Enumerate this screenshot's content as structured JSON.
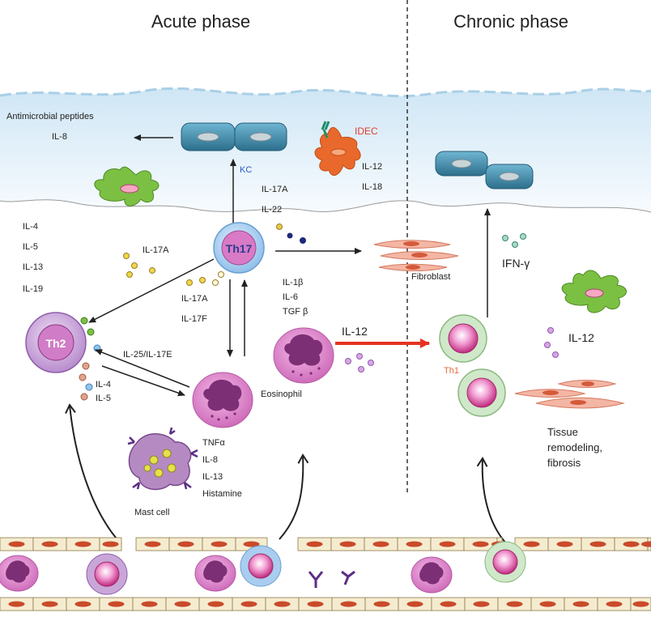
{
  "phases": {
    "acute": "Acute phase",
    "chronic": "Chronic phase"
  },
  "skin": {
    "antimicrobial": "Antimicrobial peptides",
    "il8": "IL-8",
    "kc": "KC",
    "idec": "IDEC",
    "idec_cytokines": [
      "IL-12",
      "IL-18"
    ]
  },
  "th17": {
    "label": "Th17",
    "secreted_top": [
      "IL-17A",
      "IL-22"
    ],
    "to_th2": "IL-17A",
    "to_eos": [
      "IL-17A",
      "IL-17F"
    ]
  },
  "th2": {
    "label": "Th2",
    "cytokines": [
      "IL-4",
      "IL-5",
      "IL-13",
      "IL-19"
    ],
    "feedback": "IL-25/IL-17E",
    "out": [
      "IL-4",
      "IL-5"
    ]
  },
  "eosinophil": {
    "label": "Eosinophil",
    "cytokines": [
      "IL-1β",
      "IL-6",
      "TGF β"
    ],
    "switch": "IL-12"
  },
  "fibroblast": "Fibroblast",
  "mast_cell": {
    "label": "Mast cell",
    "mediators": [
      "TNFα",
      "IL-8",
      "IL-13",
      "Histamine"
    ]
  },
  "chronic": {
    "th1": "Th1",
    "ifng": "IFN-γ",
    "il12": "IL-12",
    "outcome": [
      "Tissue",
      "remodeling,",
      "fibrosis"
    ]
  },
  "colors": {
    "phase_line": "#333333",
    "epidermis_top": "#cfe6f5",
    "keratinocyte": "#3d89a8",
    "idec": "#e8692b",
    "dc_green": "#7bc043",
    "th2_fill": "#c9a6d8",
    "th17_fill": "#a9cdef",
    "th1_fill": "#cfe8c9",
    "eos_fill": "#d887c6",
    "eos_nucleus": "#7c2f75",
    "mast_fill": "#b58ac2",
    "red_arrow": "#e63322",
    "kc_label": "#2d5bc8",
    "idec_label": "#e23b2f",
    "th1_label": "#e46b3c",
    "vessel_wall": "#f5ecd0",
    "rbc": "#c94a2a"
  }
}
